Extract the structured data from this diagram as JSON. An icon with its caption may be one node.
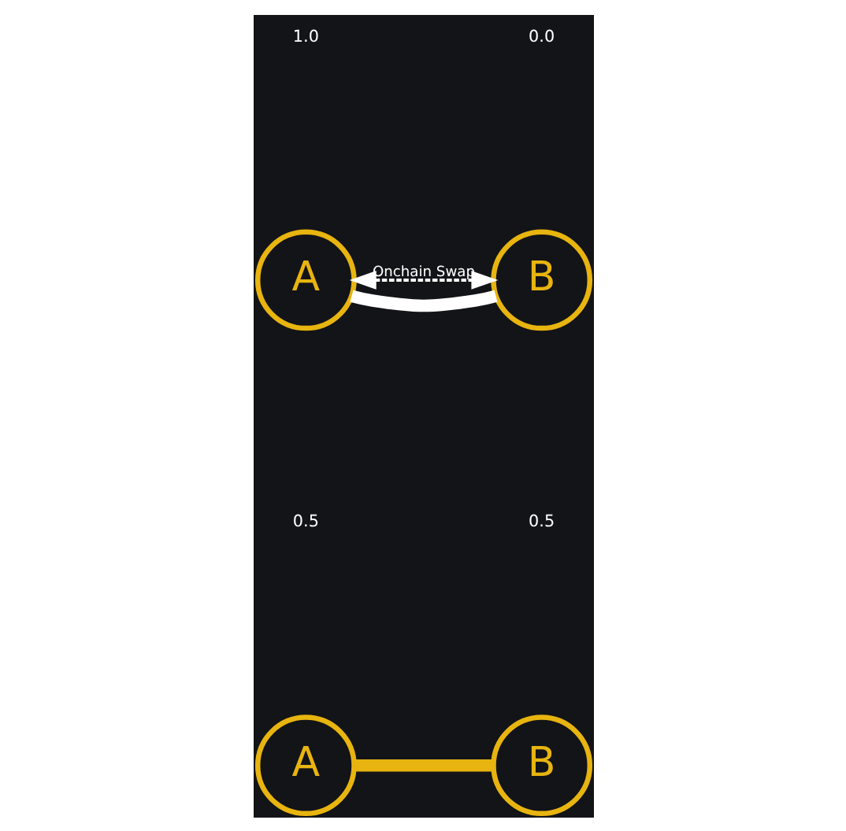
{
  "diagram": {
    "nodes": [
      {
        "text": [
          "A"
        ]
      },
      {
        "text": [
          "B"
        ]
      },
      {
        "text": [
          "A"
        ]
      },
      {
        "text": [
          "B"
        ]
      }
    ],
    "edges": [
      {
        "from": 0,
        "to": 1,
        "arrow": "both",
        "label": "Onchain Swap",
        "style": "dashed",
        "color": "#ffffff"
      },
      {
        "from": 0,
        "to": 1,
        "arrow": "none",
        "color": "#ffffff"
      },
      {
        "from": 2,
        "to": 3,
        "arrow": "none",
        "color": "#e8b40f"
      }
    ],
    "labels": [
      "1.0",
      "0.0",
      "0.5",
      "0.5"
    ]
  }
}
